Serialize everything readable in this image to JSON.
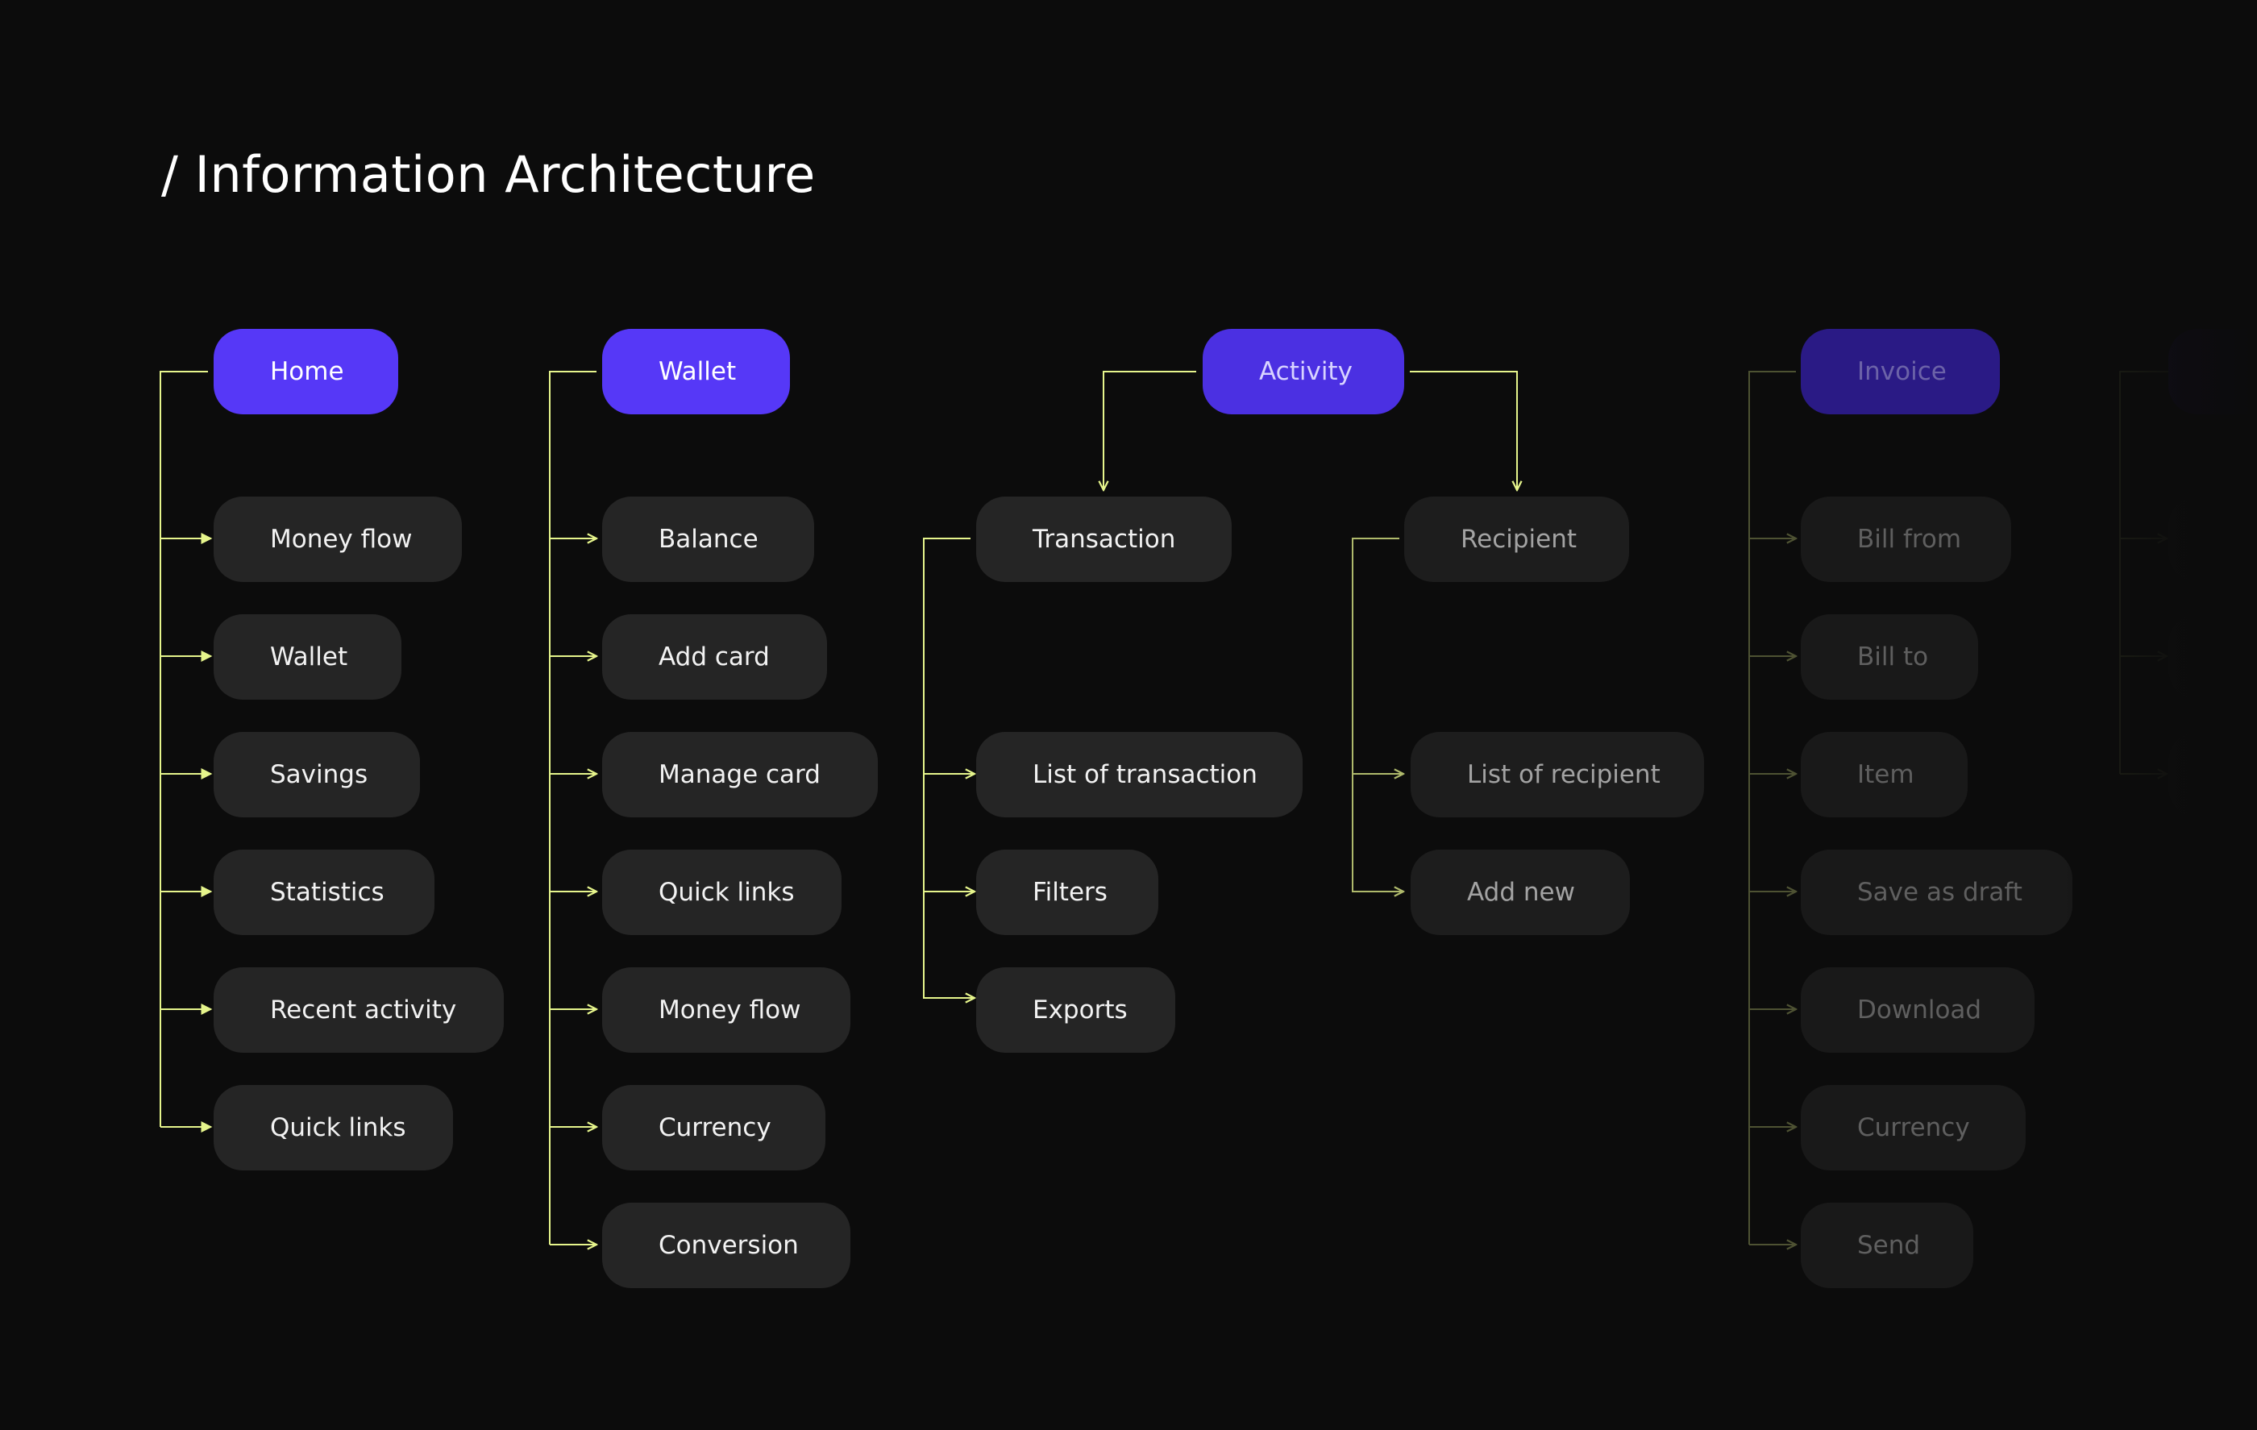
{
  "page": {
    "title": "/ Information Architecture"
  },
  "colors": {
    "background": "#0c0c0c",
    "primary": "#5638f7",
    "node": "#252525",
    "connector": "#e6f58c"
  },
  "columns": [
    {
      "root": "Home",
      "items": [
        "Money flow",
        "Wallet",
        "Savings",
        "Statistics",
        "Recent activity",
        "Quick links"
      ]
    },
    {
      "root": "Wallet",
      "items": [
        "Balance",
        "Add card",
        "Manage card",
        "Quick links",
        "Money flow",
        "Currency",
        "Conversion"
      ]
    },
    {
      "root": "Activity",
      "groups": [
        {
          "label": "Transaction",
          "items": [
            "List of transaction",
            "Filters",
            "Exports"
          ]
        },
        {
          "label": "Recipient",
          "items": [
            "List of recipient",
            "Add new"
          ]
        }
      ]
    },
    {
      "root": "Invoice",
      "items": [
        "Bill from",
        "Bill to",
        "Item",
        "Save as draft",
        "Download",
        "Currency",
        "Send"
      ]
    }
  ]
}
